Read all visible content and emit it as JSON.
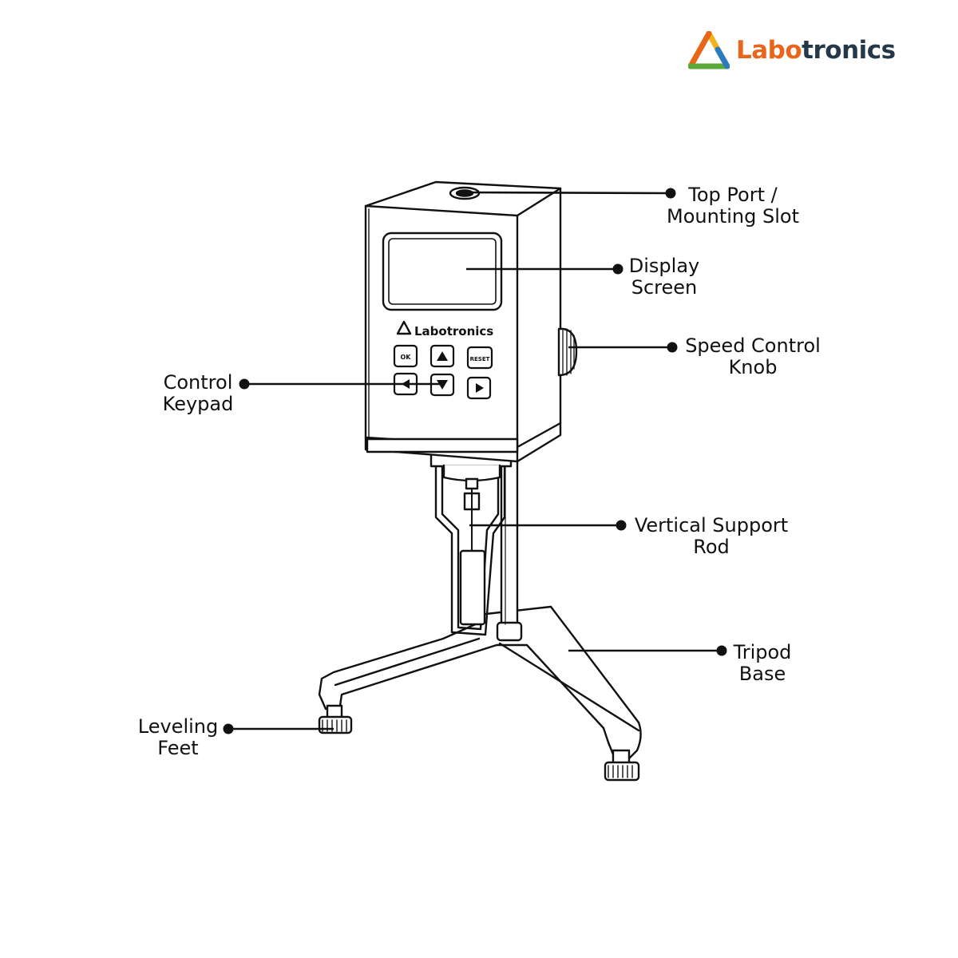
{
  "brand": {
    "name_part1": "Labo",
    "name_part2": "tronics",
    "device_brand": "Labotronics",
    "colors": {
      "orange": "#e8661c",
      "navy": "#25384a",
      "green": "#5aa83a",
      "blue": "#2b7bc0",
      "yellow": "#f2b21b"
    }
  },
  "keypad": {
    "ok": "OK",
    "reset": "RESET",
    "up_icon": "up-arrow-icon",
    "down_icon": "down-arrow-icon",
    "left_icon": "left-arrow-icon",
    "right_icon": "right-arrow-icon"
  },
  "callouts": {
    "top_port": {
      "line1": "Top Port /",
      "line2": "Mounting Slot"
    },
    "display": {
      "line1": "Display",
      "line2": "Screen"
    },
    "speed_knob": {
      "line1": "Speed Control",
      "line2": "Knob"
    },
    "keypad": {
      "line1": "Control",
      "line2": "Keypad"
    },
    "support_rod": {
      "line1": "Vertical Support",
      "line2": "Rod"
    },
    "tripod": {
      "line1": "Tripod",
      "line2": "Base"
    },
    "leveling_feet": {
      "line1": "Leveling",
      "line2": "Feet"
    }
  }
}
